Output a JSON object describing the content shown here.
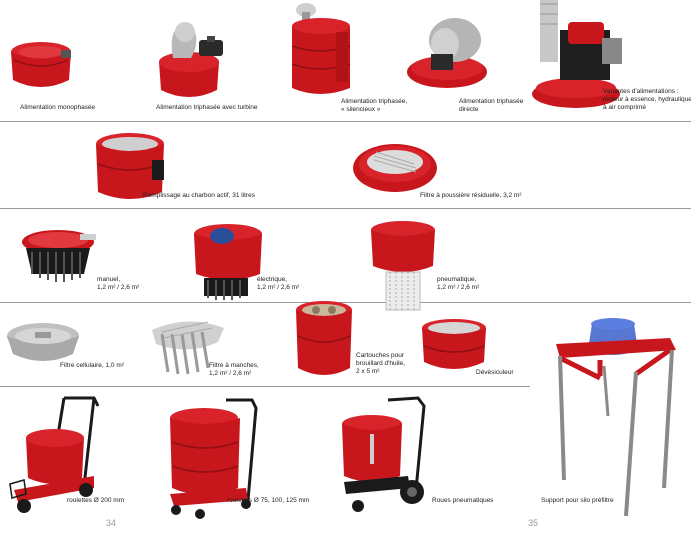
{
  "row1": {
    "monophase": "Alimentation monophasée",
    "triphase_turbine": "Alimentation triphasée avec turbine",
    "triphase_silencieux": [
      "Alimentation triphasée,",
      "« silencieux »"
    ],
    "triphase_directe": [
      "Alimentation triphasée",
      "directe"
    ],
    "variantes": [
      "Variantes d'alimentations :",
      "moteur à essence, hydraulique ou",
      "à air comprimé"
    ]
  },
  "row2": {
    "charbon": "Remplissage au charbon actif, 31 litres",
    "filtre_poussiere": "Filtre à poussière résiduelle, 3,2 m²"
  },
  "row3": {
    "manuel": [
      "manuel,",
      "1,2 m² / 2,6 m²"
    ],
    "electrique": [
      "électrique,",
      "1,2 m² / 2,6 m²"
    ],
    "pneumatique": [
      "pneumatique,",
      "1,2 m² / 2,6 m²"
    ]
  },
  "row4": {
    "cellulaire": "Filtre cellulaire, 1,0 m²",
    "manches": [
      "Filtre à manches,",
      "1,2 m² / 2,6 m²"
    ],
    "cartouches": [
      "Cartouches pour",
      "brouillard d'huile,",
      "2 x 5 m²"
    ],
    "devesiculeur": "Dévésiculeur"
  },
  "row5": {
    "roulettes_200": "roulettes Ø 200 mm",
    "roulettes_multi": "roulettes Ø 75, 100, 125 mm",
    "roues_pneu": "Roues pneumatiques",
    "support_silo": "Support pour silo préfiltre"
  },
  "pages": {
    "left": "34",
    "right": "35"
  },
  "colors": {
    "red": "#c8161d",
    "dark_red": "#8e0f14",
    "grey": "#b8b8b8",
    "black": "#1a1a1a"
  }
}
